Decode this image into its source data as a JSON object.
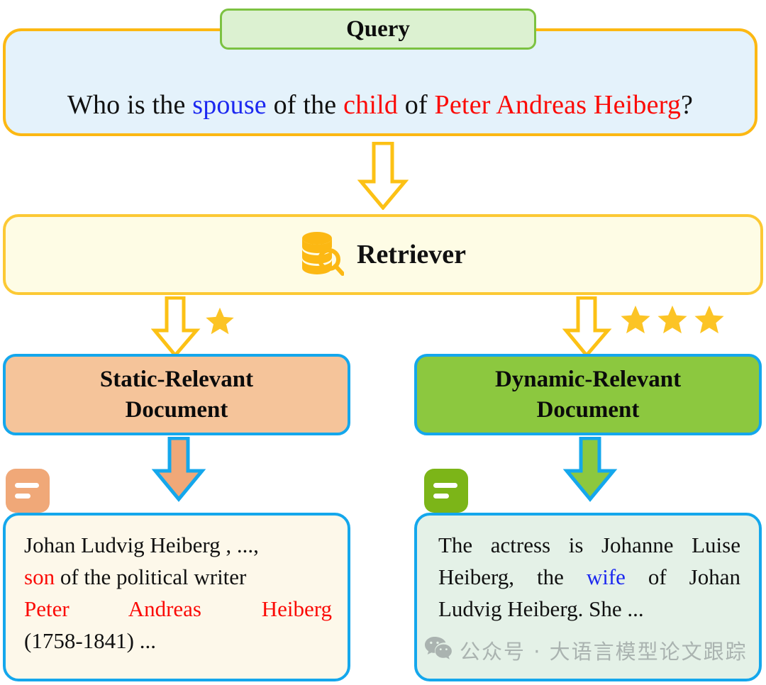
{
  "diagram": {
    "title": "Retrieval relevance comparison flow",
    "query": {
      "label": "Query",
      "text_plain": "Who is the spouse of the child of Peter Andreas Heiberg?",
      "segments": {
        "s1": "Who is the ",
        "s2": "spouse",
        "s3": " of the ",
        "s4": "child",
        "s5": " of ",
        "s6": "Peter Andreas Heiberg",
        "s7": "?"
      }
    },
    "retriever": {
      "label": "Retriever",
      "icon": "database-search-icon"
    },
    "branches": {
      "left": {
        "rating_stars": 1,
        "header": {
          "line1": "Static-Relevant",
          "line2": "Document"
        },
        "badge_icon": "document-lines-icon",
        "passage": {
          "l1_a": "Johan Ludvig Heiberg , ...,",
          "l2_a": "son",
          "l2_b": " of the political writer",
          "l3_a": "Peter",
          "l3_b": "Andreas",
          "l3_c": "Heiberg",
          "l4_a": "(1758-1841) ..."
        }
      },
      "right": {
        "rating_stars": 3,
        "header": {
          "line1": "Dynamic-Relevant",
          "line2": "Document"
        },
        "badge_icon": "document-lines-icon",
        "passage": {
          "p1": "The actress is Johanne Luise Heiberg, the ",
          "p2": "wife",
          "p3": " of Johan Ludvig Heiberg. She ..."
        }
      }
    },
    "watermark": {
      "text": "公众号 · 大语言模型论文跟踪",
      "icon": "wechat-icon"
    },
    "colors": {
      "amber_border": "#fcb813",
      "amber_fill": "#fefce5",
      "query_fill": "#e4f2fb",
      "query_label_fill": "#dcf1d1",
      "query_label_border": "#7cc241",
      "cyan_border": "#14a7ec",
      "peach_fill": "#f5c49a",
      "green_fill": "#8cc83f",
      "static_passage_fill": "#fdf8ea",
      "dynamic_passage_fill": "#e4f1e7",
      "highlight_blue": "#1c28f0",
      "highlight_red": "#fb0b07",
      "star_gold": "#fcc425"
    }
  }
}
